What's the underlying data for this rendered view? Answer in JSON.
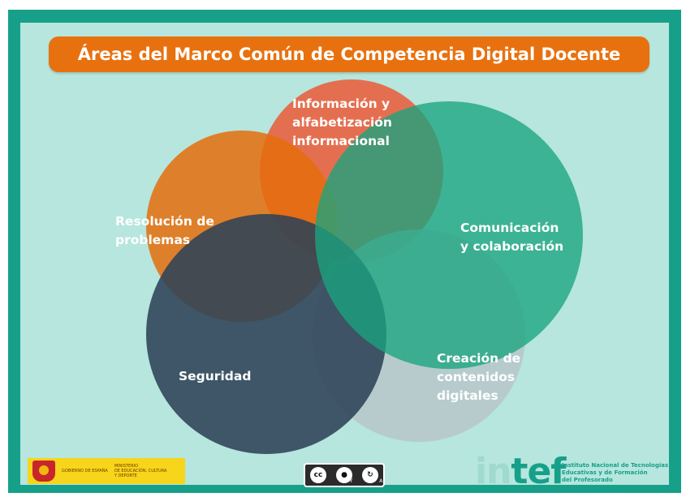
{
  "title": "Áreas del Marco Común de Competencia Digital Docente",
  "areas": {
    "informacion": {
      "lines": [
        "Información y",
        "alfabetización",
        "informacional"
      ],
      "color": "#ea5f3c"
    },
    "resolucion": {
      "lines": [
        "Resolución de",
        "problemas"
      ],
      "color": "#e56d0c"
    },
    "comunicacion": {
      "lines": [
        "Comunicación",
        "y colaboración"
      ],
      "color": "#1aa47f"
    },
    "seguridad": {
      "lines": [
        "Seguridad"
      ],
      "color": "#2d4257"
    },
    "creacion": {
      "lines": [
        "Creación de",
        "contenidos",
        "digitales"
      ],
      "color": "#a9bac0"
    }
  },
  "footer": {
    "gobierno": "GOBIERNO DE ESPAÑA",
    "ministerio": [
      "MINISTERIO",
      "DE EDUCACIÓN, CULTURA",
      "Y DEPORTE"
    ],
    "license": {
      "cc": "cc",
      "by": "BY",
      "sa": "SA"
    },
    "intef": {
      "in": "in",
      "tef": "tef"
    },
    "institute": [
      "Instituto Nacional de Tecnologías",
      "Educativas y de Formación",
      "del Profesorado"
    ]
  }
}
